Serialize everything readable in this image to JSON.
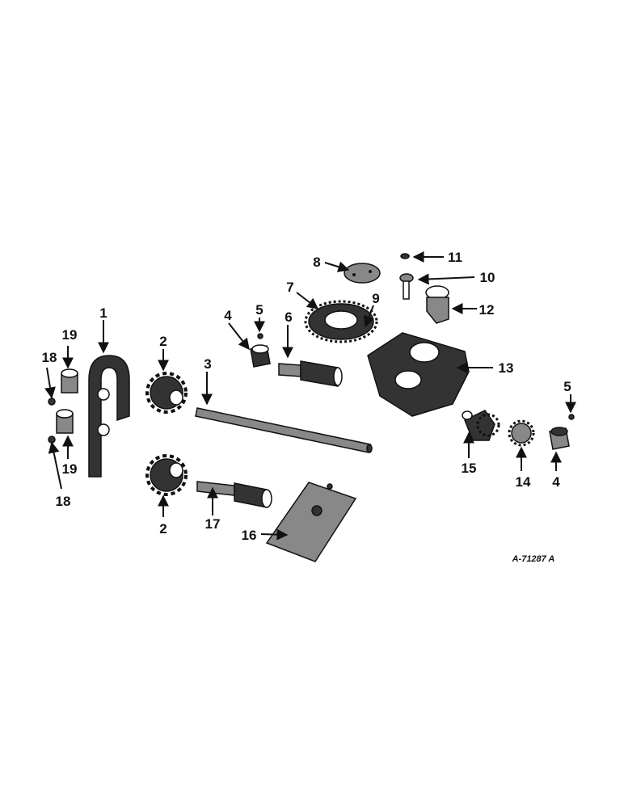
{
  "callouts": {
    "c1": "1",
    "c2a": "2",
    "c2b": "2",
    "c3": "3",
    "c4a": "4",
    "c4b": "4",
    "c5a": "5",
    "c5b": "5",
    "c6": "6",
    "c7": "7",
    "c8": "8",
    "c9": "9",
    "c10": "10",
    "c11": "11",
    "c12": "12",
    "c13": "13",
    "c14": "14",
    "c15": "15",
    "c16": "16",
    "c17": "17",
    "c18a": "18",
    "c18b": "18",
    "c19a": "19",
    "c19b": "19"
  },
  "reference": "A-71287 A"
}
